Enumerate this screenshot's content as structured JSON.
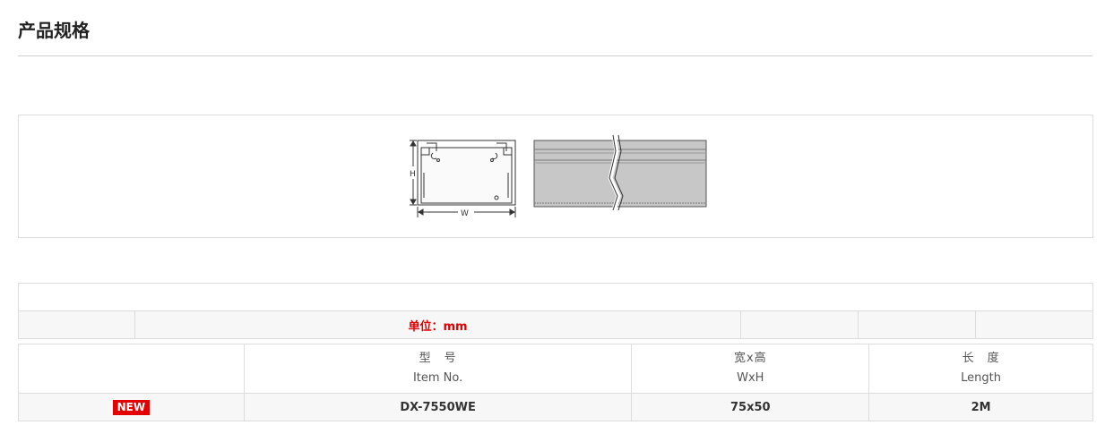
{
  "page": {
    "title": "产品规格"
  },
  "diagram": {
    "label_h": "H",
    "label_w": "W"
  },
  "unit_row": {
    "text": "单位：mm"
  },
  "spec_table": {
    "headers": [
      {
        "zh": "",
        "en": ""
      },
      {
        "zh": "型　号",
        "en": "Item No."
      },
      {
        "zh": "宽x高",
        "en": "WxH"
      },
      {
        "zh": "长　度",
        "en": "Length"
      }
    ],
    "rows": [
      {
        "badge": "NEW",
        "item_no": "DX-7550WE",
        "size": "75x50",
        "length": "2M"
      }
    ]
  },
  "colors": {
    "badge": "#e30000",
    "unit_text": "#e00000",
    "border": "#dcdcdc"
  }
}
